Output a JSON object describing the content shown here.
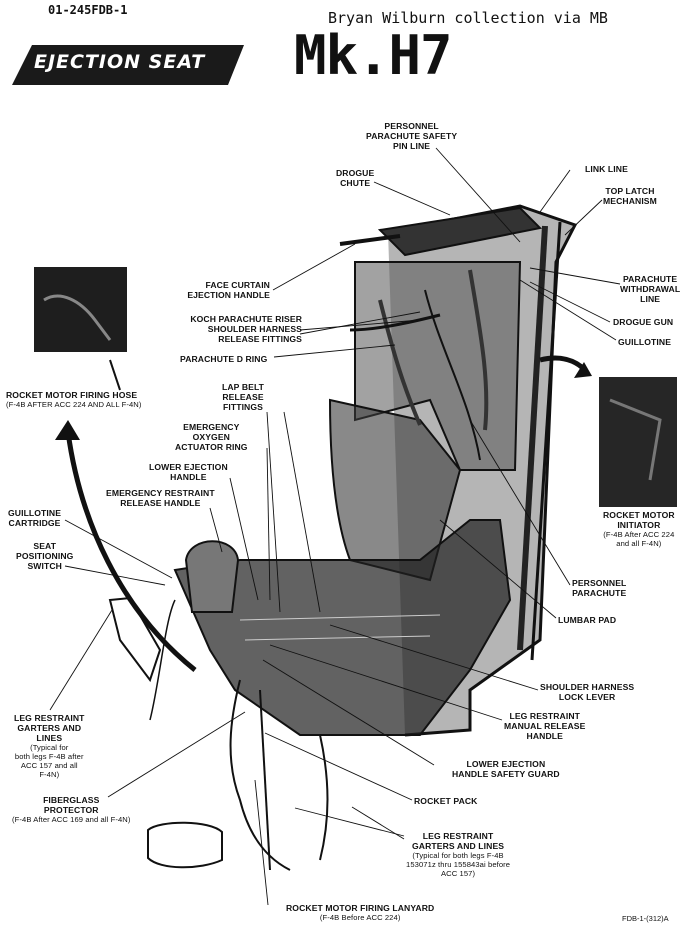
{
  "header": {
    "doc_number": "01-245FDB-1",
    "credit": "Bryan Wilburn collection via MB",
    "banner": "EJECTION SEAT",
    "model": "Mk.H7",
    "figure_code": "FDB-1-(312)A"
  },
  "labels": {
    "personnel_chute_pin": [
      "PERSONNEL",
      "PARACHUTE SAFETY",
      "PIN LINE"
    ],
    "link_line": "LINK LINE",
    "drogue_chute": [
      "DROGUE",
      "CHUTE"
    ],
    "top_latch": [
      "TOP LATCH",
      "MECHANISM"
    ],
    "face_curtain": [
      "FACE CURTAIN",
      "EJECTION HANDLE"
    ],
    "chute_withdrawal": [
      "PARACHUTE",
      "WITHDRAWAL",
      "LINE"
    ],
    "koch_riser": [
      "KOCH PARACHUTE RISER",
      "SHOULDER HARNESS",
      "RELEASE FITTINGS"
    ],
    "drogue_gun": "DROGUE GUN",
    "chute_d_ring": "PARACHUTE D RING",
    "guillotine": "GUILLOTINE",
    "rocket_motor_hose": "ROCKET MOTOR FIRING HOSE",
    "rocket_motor_hose_note": "(F-4B AFTER ACC 224 AND ALL F-4N)",
    "lap_belt": [
      "LAP BELT",
      "RELEASE",
      "FITTINGS"
    ],
    "emergency_oxygen": [
      "EMERGENCY",
      "OXYGEN",
      "ACTUATOR RING"
    ],
    "lower_ejection": [
      "LOWER EJECTION",
      "HANDLE"
    ],
    "emergency_restraint": [
      "EMERGENCY RESTRAINT",
      "RELEASE HANDLE"
    ],
    "rocket_motor_initiator": [
      "ROCKET MOTOR",
      "INITIATOR"
    ],
    "rocket_motor_initiator_note": [
      "(F-4B After ACC 224",
      "and all F-4N)"
    ],
    "guillotine_cartridge": [
      "GUILLOTINE",
      "CARTRIDGE"
    ],
    "seat_positioning": [
      "SEAT",
      "POSITIONING",
      "SWITCH"
    ],
    "personnel_chute": [
      "PERSONNEL",
      "PARACHUTE"
    ],
    "lumbar_pad": "LUMBAR PAD",
    "shoulder_harness": [
      "SHOULDER HARNESS",
      "LOCK LEVER"
    ],
    "leg_restraint_left": [
      "LEG RESTRAINT",
      "GARTERS AND",
      "LINES"
    ],
    "leg_restraint_left_note": [
      "(Typical for",
      "both legs F-4B after",
      "ACC 157 and all",
      "F-4N)"
    ],
    "leg_restraint_manual": [
      "LEG RESTRAINT",
      "MANUAL RELEASE",
      "HANDLE"
    ],
    "lower_ejection_guard": [
      "LOWER EJECTION",
      "HANDLE SAFETY GUARD"
    ],
    "fiberglass": [
      "FIBERGLASS",
      "PROTECTOR"
    ],
    "fiberglass_note": "(F-4B After ACC 169 and all F-4N)",
    "rocket_pack": "ROCKET PACK",
    "leg_restraint_right": [
      "LEG RESTRAINT",
      "GARTERS AND LINES"
    ],
    "leg_restraint_right_note": [
      "(Typical for both legs F-4B",
      "153071z thru 155843ai before",
      "ACC 157)"
    ],
    "rocket_motor_lanyard": "ROCKET MOTOR FIRING LANYARD",
    "rocket_motor_lanyard_note": "(F-4B Before ACC 224)"
  },
  "colors": {
    "ink": "#111111",
    "paper": "#ffffff",
    "banner": "#1a1a1a"
  }
}
